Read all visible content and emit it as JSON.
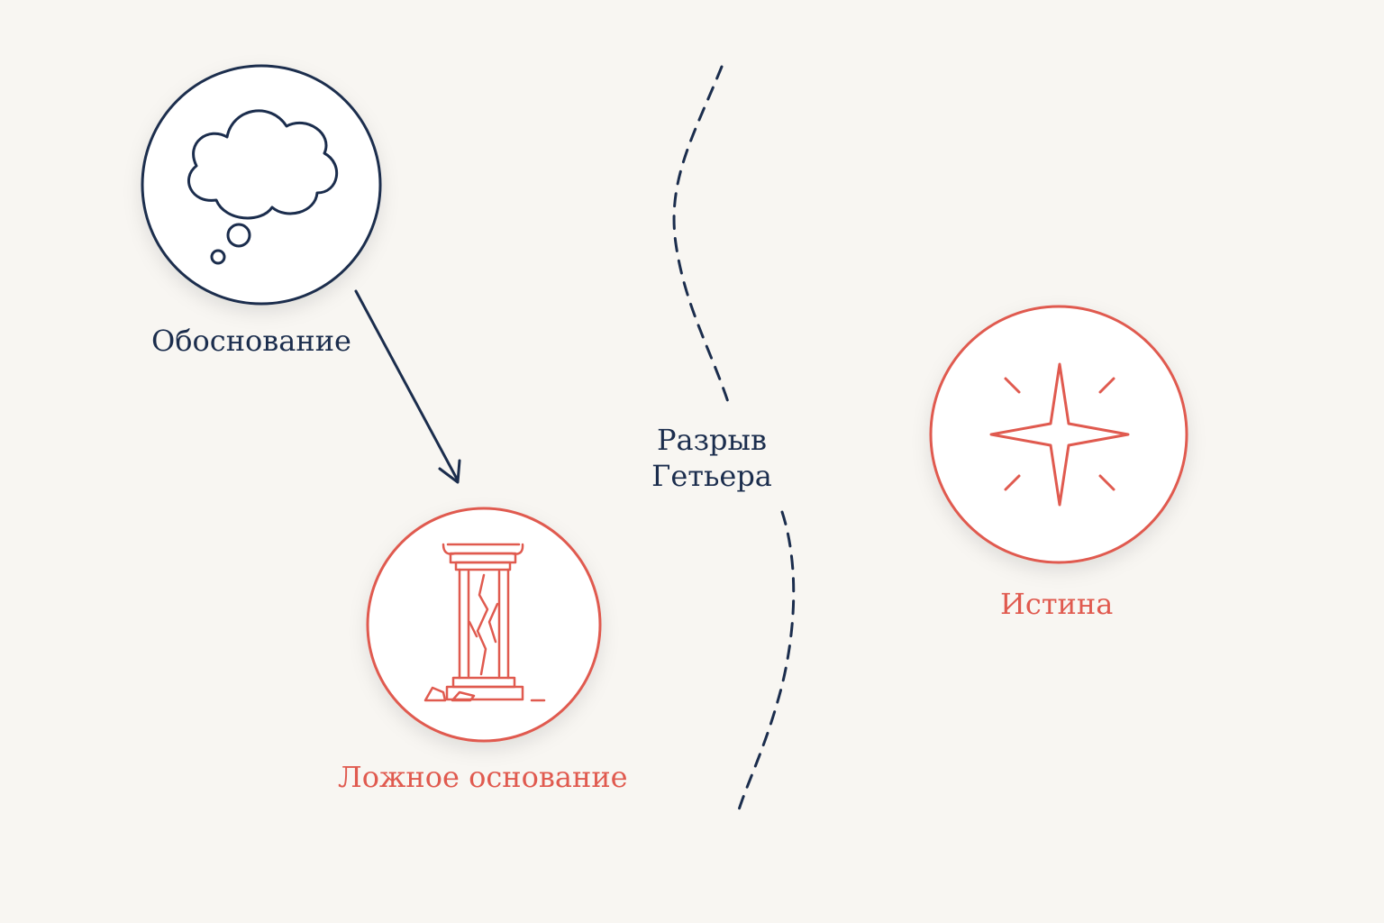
{
  "nodes": {
    "justification": {
      "label": "Обоснование",
      "icon": "thought-cloud-icon"
    },
    "false_foundation": {
      "label": "Ложное основание",
      "icon": "broken-column-icon"
    },
    "truth": {
      "label": "Истина",
      "icon": "sparkle-star-icon"
    }
  },
  "gap": {
    "line1": "Разрыв",
    "line2": "Гетьера"
  },
  "colors": {
    "background": "#f8f6f2",
    "navy": "#1b2d4d",
    "coral": "#e05a4f"
  }
}
